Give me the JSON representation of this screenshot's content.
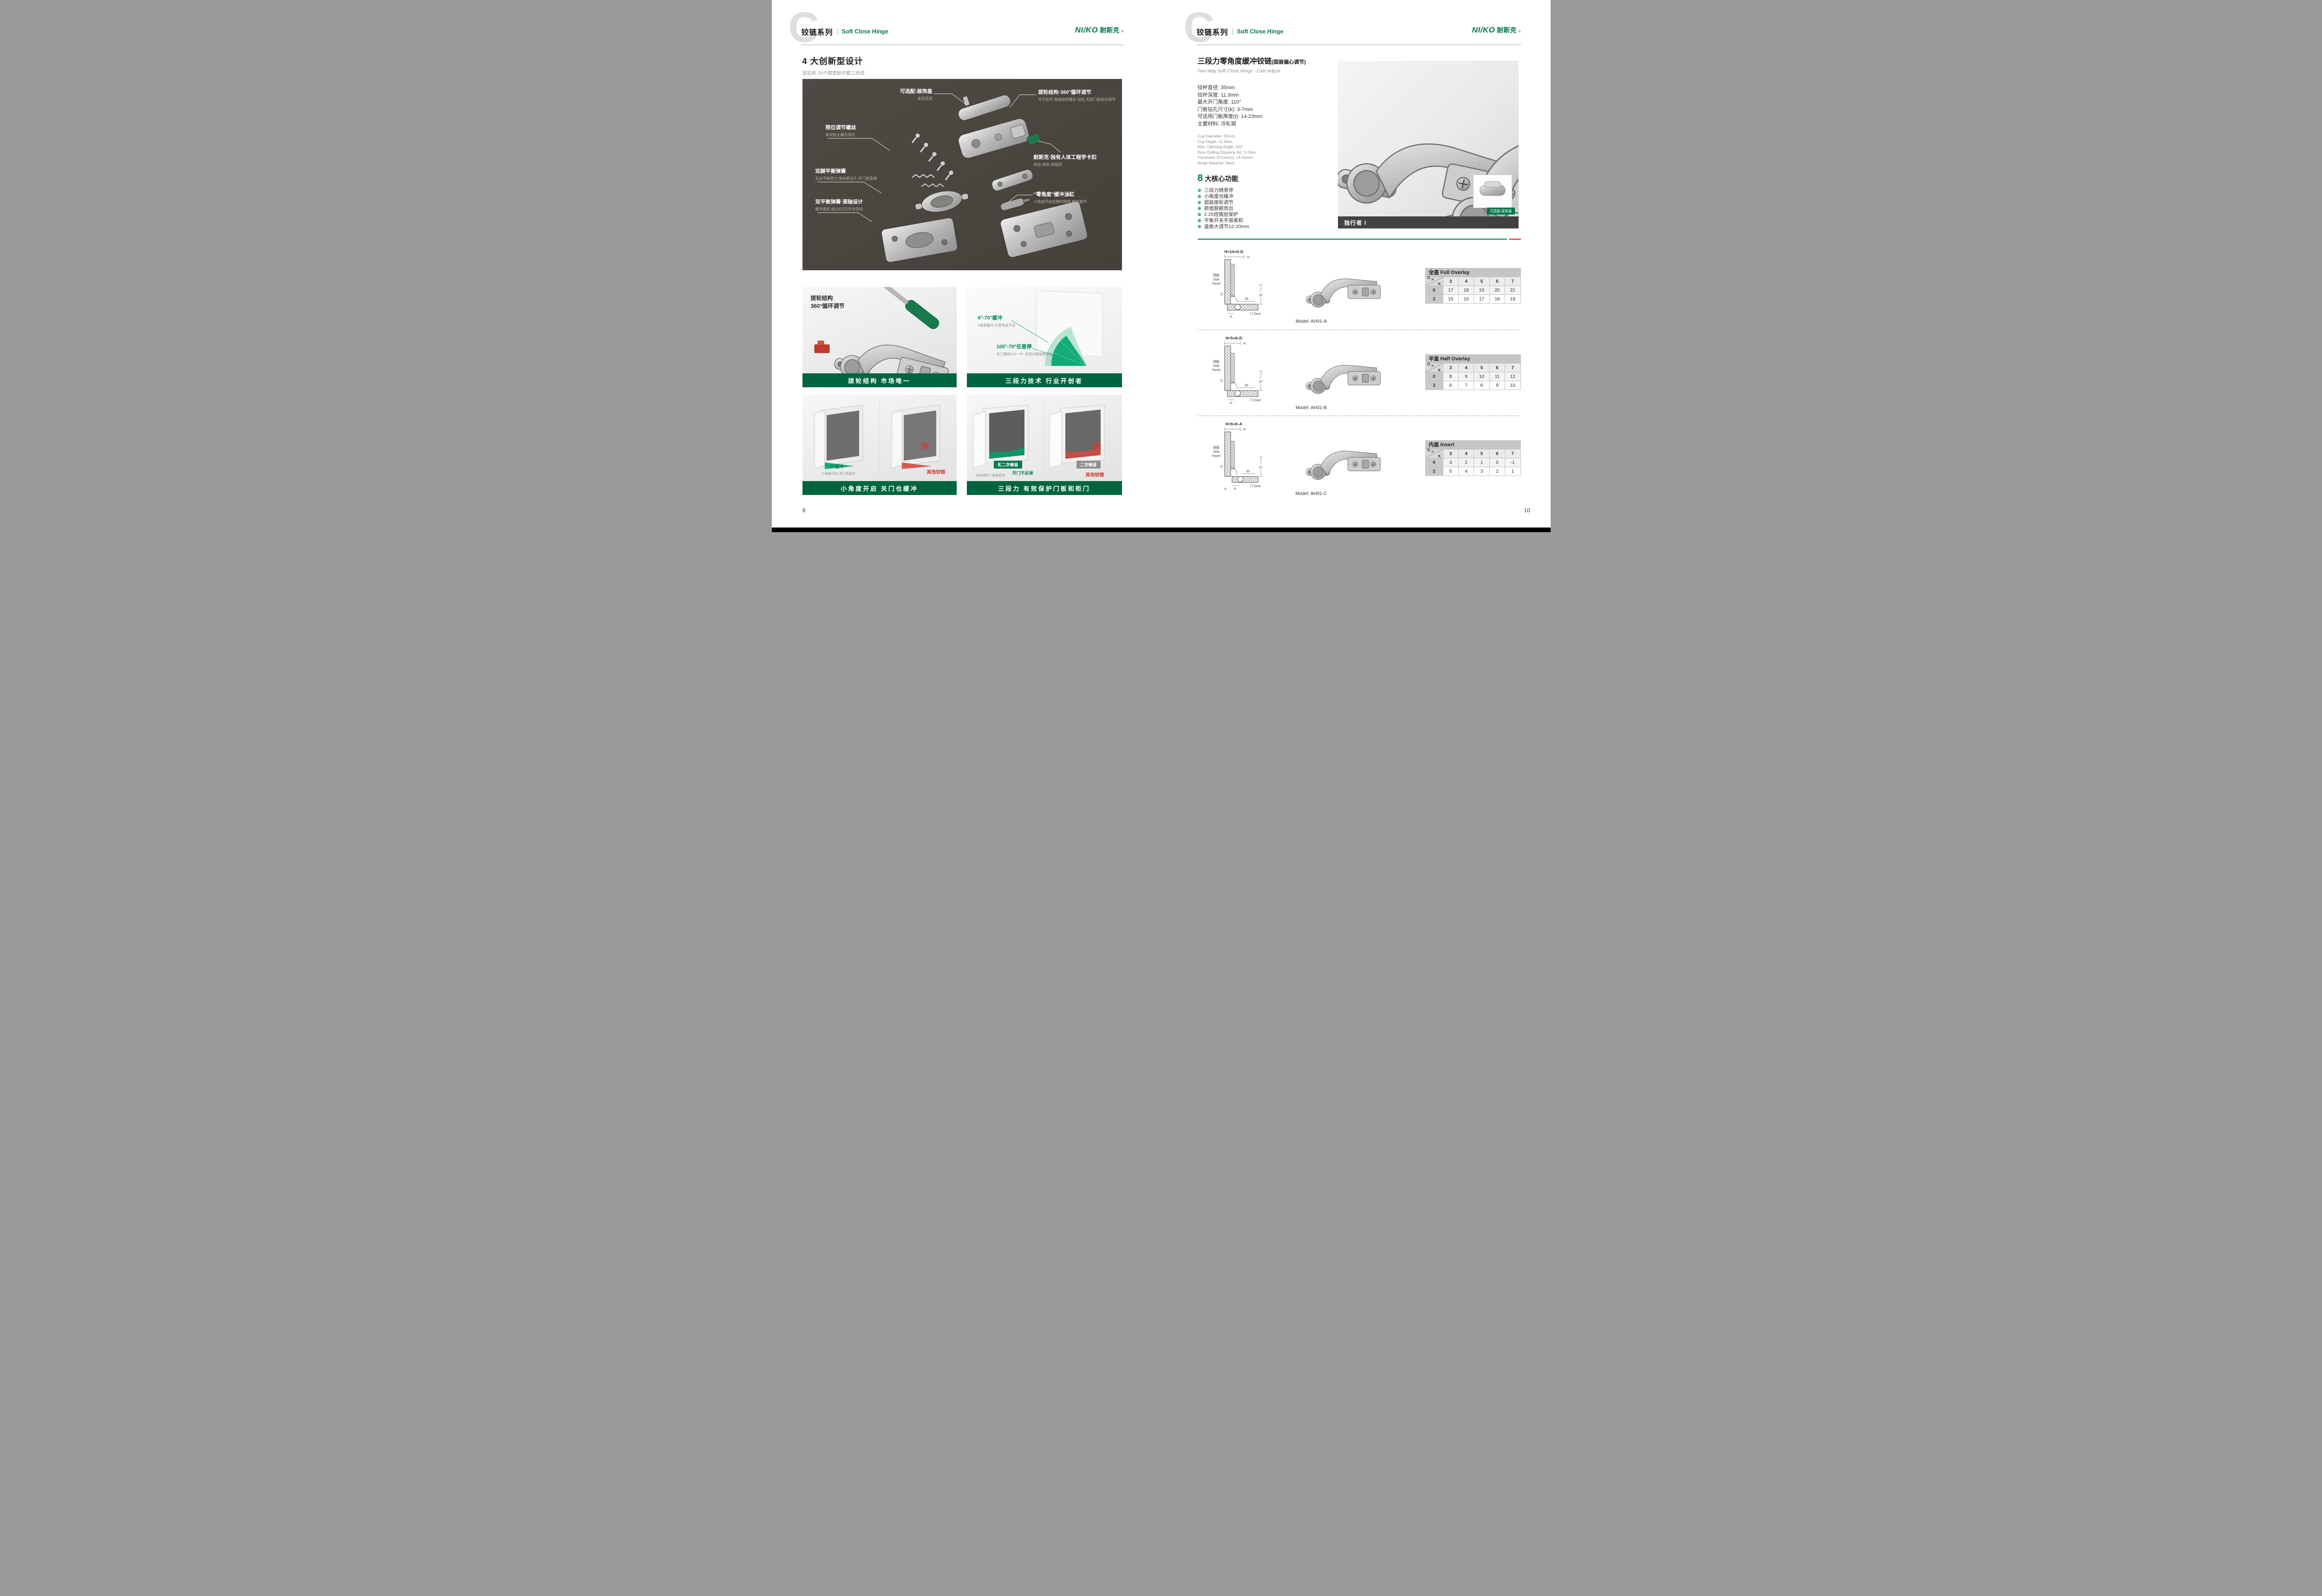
{
  "brand": {
    "watermark": "C",
    "series_cn": "铰链系列",
    "series_en": "Soft Close Hinge",
    "logo": "NI/KO",
    "logo_cn": "耐斯克",
    "logo_reg": "®",
    "accent_green": "#00794c",
    "accent_red": "#c8161e"
  },
  "left": {
    "page_no": "9",
    "title": "4 大创新型设计",
    "subtitle": "固定款·28个精密部件精工而成",
    "callouts": [
      {
        "title": "可选配:装饰盖",
        "desc": "美观百搭"
      },
      {
        "title": "拨轮结构·360°循环调节",
        "desc": "可不松开 直接旋转螺丝 轻松 实现门板前后调节"
      },
      {
        "title": "限位调节螺丝",
        "desc": "有效防止螺丝滑牙"
      },
      {
        "title": "耐斯克·独有人体工程学卡扣",
        "desc": "易拍·易拆·易稳固"
      },
      {
        "title": "双脚平衡弹簧",
        "desc": "左右平衡受力 寿命更长久 开门更柔顺"
      },
      {
        "title": "双平衡弹簧·滚轴设计",
        "desc": "缓冲柔和 经过6万次开合测试"
      },
      {
        "title": "“零角度”缓冲油缸",
        "desc": "小角度开启后随时随地 都有缓冲"
      }
    ],
    "panel1": {
      "label_line1": "拨轮结构",
      "label_line2": "360°循环调节",
      "caption": "拨轮结构 市场唯一"
    },
    "panel2": {
      "a_title": "0°-70°缓冲",
      "a_desc": "0角度缓冲 任意角度开启",
      "b_title": "105°-70°任意停",
      "b_desc": "关门柔和105°-70° 关闭过程随意停留",
      "caption": "三段力技术 行业开创者"
    },
    "panel3": {
      "left_label": "0°缓冲",
      "left_desc": "小角度开启·关门也缓冲",
      "bang": "砰",
      "right_label": "其他铰链",
      "caption": "小角度开启 关门也缓冲"
    },
    "panel4": {
      "left_badge": "无二次噪音",
      "left_label": "开门不反弹",
      "left_desc": "有效保护门板和柜体",
      "right_badge": "二次噪音",
      "bang": "砰",
      "right_label": "其他铰链",
      "caption": "三段力 有效保护门板和柜门"
    }
  },
  "right": {
    "page_no": "10",
    "title": "三段力零角度缓冲铰链",
    "title_paren": "(固装偏心调节)",
    "subtitle_en": "Two Way Soft Close Hinge - Cam Adjust",
    "specs_cn": [
      "铰杯直径: 35mm",
      "铰杯深度: 11.3mm",
      "最大开门角度: 110°",
      "门板钻孔尺寸(k): 3-7mm",
      "可适用门板厚度(t): 14-23mm",
      "主要材料: 冷轧钢"
    ],
    "specs_en": [
      "Cup Diameter: 35mm",
      "Cup Depth: 11.3mm",
      "Max. Opening Angle: 110°",
      "Door Drilling Distance (k): 3-7mm",
      "Thickness Of Door(t): 14-23mm",
      "Hinge Material: Steel"
    ],
    "core": {
      "num": "8",
      "title": "大核心功能",
      "bullet": "⊕",
      "items": [
        "三段力随意停",
        "小角度也缓冲",
        "固装拨轮调节",
        "颜值脱颖而出",
        "2.25倍镀层保护",
        "平衡开关手感柔和",
        "盖板大调节12-20mm"
      ]
    },
    "photo": {
      "caption": "独行者 I",
      "tag": "可选配:装饰盖"
    },
    "drawing_labels": {
      "side_cn": "侧板",
      "side_en1": "Side",
      "side_en2": "Panel",
      "door": "门 Door",
      "dim_v": "37",
      "dim_h": "35",
      "d": "D",
      "k": "K",
      "h": "H"
    },
    "table_corner": {
      "d": "D",
      "h": "H",
      "k": "K"
    },
    "sections": [
      {
        "dim_label": "H=14+K-D",
        "model": "Model: AH01-A",
        "table": {
          "title": "全盖 Full Overlay",
          "cols": [
            "3",
            "4",
            "5",
            "6",
            "7"
          ],
          "rows": [
            {
              "label": "0",
              "v": [
                "17",
                "18",
                "19",
                "20",
                "21"
              ]
            },
            {
              "label": "2",
              "v": [
                "15",
                "16",
                "17",
                "18",
                "19"
              ]
            }
          ]
        }
      },
      {
        "dim_label": "H=5+K-D",
        "model": "Model: AH01-B",
        "table": {
          "title": "半盖 Half Overlay",
          "cols": [
            "3",
            "4",
            "5",
            "6",
            "7"
          ],
          "rows": [
            {
              "label": "0",
              "v": [
                "8",
                "9",
                "10",
                "11",
                "12"
              ]
            },
            {
              "label": "2",
              "v": [
                "6",
                "7",
                "8",
                "9",
                "10"
              ]
            }
          ]
        }
      },
      {
        "dim_label": "H=6+K-A",
        "model": "Model: AH01-C",
        "drawing_extra": "A",
        "table": {
          "title": "内盖 Insert",
          "cols": [
            "3",
            "4",
            "5",
            "6",
            "7"
          ],
          "rows": [
            {
              "label": "0",
              "v": [
                "3",
                "2",
                "1",
                "0",
                "-1"
              ]
            },
            {
              "label": "2",
              "v": [
                "5",
                "4",
                "3",
                "2",
                "1"
              ]
            }
          ]
        }
      }
    ]
  }
}
